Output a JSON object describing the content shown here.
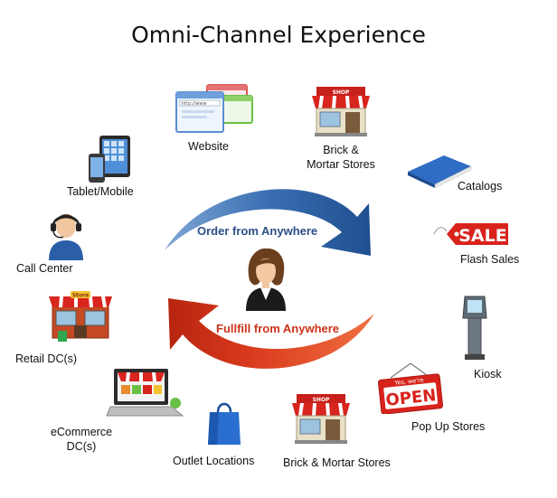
{
  "title": "Omni-Channel Experience",
  "arrows": {
    "top": "Order from Anywhere",
    "bottom": "Fullfill from Anywhere"
  },
  "website_icon": {
    "url_text": "http://www"
  },
  "channels": {
    "website": "Website",
    "brick_top_line1": "Brick &",
    "brick_top_line2": "Mortar Stores",
    "catalogs": "Catalogs",
    "flash_sales": "Flash Sales",
    "kiosk": "Kiosk",
    "pop_up": "Pop Up Stores",
    "brick_bottom": "Brick & Mortar Stores",
    "outlet": "Outlet Locations",
    "ecommerce_line1": "eCommerce",
    "ecommerce_line2": "DC(s)",
    "retail_dc": "Retail DC(s)",
    "call_center": "Call Center",
    "tablet_mobile": "Tablet/Mobile"
  },
  "signs": {
    "sale": "SALE",
    "open_small": "Yes, we're",
    "open_big": "OPEN",
    "shop": "SHOP",
    "store": "Store"
  },
  "colors": {
    "blue_arrow": "#2e5f9e",
    "red_arrow": "#d63a1c",
    "awning_red": "#d8251e"
  }
}
